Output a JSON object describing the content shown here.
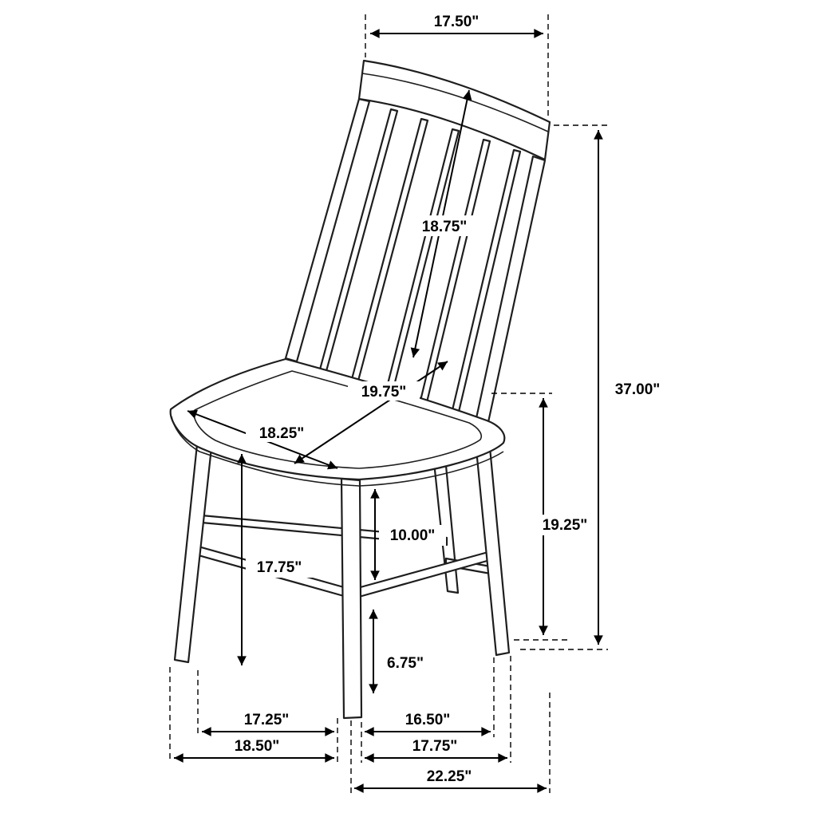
{
  "diagram": {
    "dimensions": {
      "top_width": "17.50\"",
      "back_diagonal": "18.75\"",
      "overall_height": "37.00\"",
      "seat_diagonal_depth": "19.75\"",
      "seat_width": "18.25\"",
      "seat_height_front": "17.75\"",
      "seat_to_stretcher": "10.00\"",
      "stretcher_to_floor": "6.75\"",
      "seat_height_rear": "19.25\"",
      "leg_span_front_inner": "17.25\"",
      "leg_span_side_inner": "16.50\"",
      "leg_span_front_outer": "18.50\"",
      "leg_span_side_outer": "17.75\"",
      "overall_depth": "22.25\""
    }
  }
}
